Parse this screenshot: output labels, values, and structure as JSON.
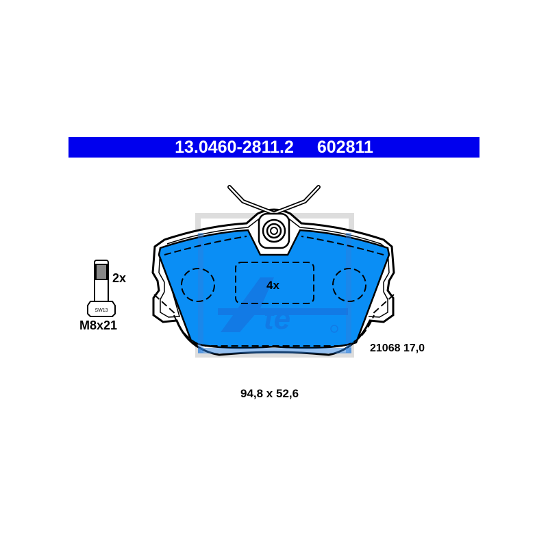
{
  "header": {
    "part_number": "13.0460-2811.2",
    "ref_number": "602811",
    "background_color": "#0000ee",
    "text_color": "#ffffff"
  },
  "bolt": {
    "quantity": "2x",
    "size": "M8x21",
    "wrench_size": "SW13"
  },
  "pad": {
    "quantity": "4x",
    "fill_color": "#0a8ef5",
    "watermark_brand": "Ate"
  },
  "specs": {
    "code_thickness": "21068 17,0",
    "dimensions": "94,8 x 52,6"
  }
}
